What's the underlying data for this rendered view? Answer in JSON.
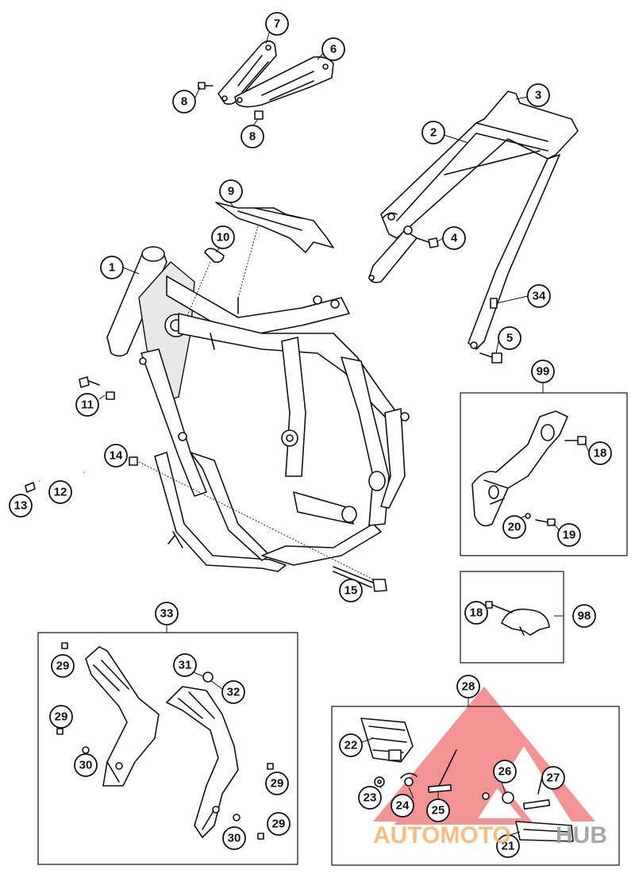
{
  "callouts": [
    {
      "label": "1"
    },
    {
      "label": "2"
    },
    {
      "label": "3"
    },
    {
      "label": "4"
    },
    {
      "label": "5"
    },
    {
      "label": "6"
    },
    {
      "label": "7"
    },
    {
      "label": "8"
    },
    {
      "label": "8"
    },
    {
      "label": "9"
    },
    {
      "label": "10"
    },
    {
      "label": "11"
    },
    {
      "label": "12"
    },
    {
      "label": "13"
    },
    {
      "label": "14"
    },
    {
      "label": "15"
    },
    {
      "label": "18"
    },
    {
      "label": "18"
    },
    {
      "label": "19"
    },
    {
      "label": "20"
    },
    {
      "label": "21"
    },
    {
      "label": "22"
    },
    {
      "label": "23"
    },
    {
      "label": "24"
    },
    {
      "label": "25"
    },
    {
      "label": "26"
    },
    {
      "label": "27"
    },
    {
      "label": "28"
    },
    {
      "label": "29"
    },
    {
      "label": "29"
    },
    {
      "label": "29"
    },
    {
      "label": "29"
    },
    {
      "label": "30"
    },
    {
      "label": "30"
    },
    {
      "label": "31"
    },
    {
      "label": "32"
    },
    {
      "label": "33"
    },
    {
      "label": "34"
    },
    {
      "label": "98"
    },
    {
      "label": "99"
    }
  ],
  "watermark": {
    "text_part1": "AUTOMOTO",
    "text_part2": "HUB",
    "color_primary": "#f07070",
    "color_secondary": "#f5b56a",
    "color_tertiary": "#9a9a9a"
  }
}
